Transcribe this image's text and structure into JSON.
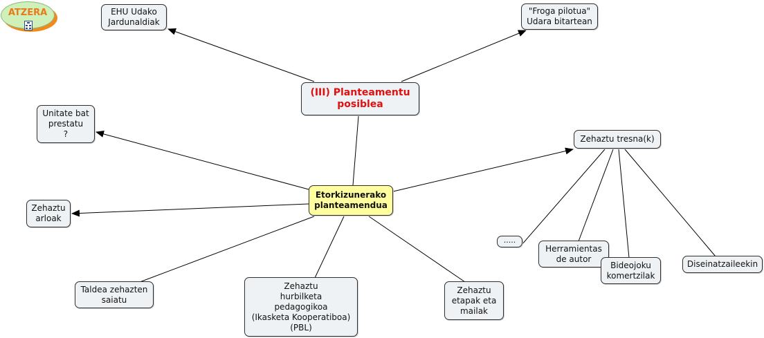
{
  "back_button": {
    "label": "ATZERA",
    "icon": "concept-map-icon"
  },
  "map": {
    "core": {
      "text": "Etorkizunerako\nplanteamendua"
    },
    "hub": {
      "text": "(III) Planteamentu\nposiblea"
    },
    "nodes": {
      "ehu": "EHU Udako\nJardunaldiak",
      "froga": "\"Froga pilotua\"\nUdara bitartean",
      "unitate": "Unitate bat\nprestatu\n?",
      "arloak": "Zehaztu\narloak",
      "taldea": "Taldea zehazten\nsaiatu",
      "hurbilketa": "Zehaztu\nhurbilketa\npedagogikoa\n(Ikasketa Kooperatiboa)\n(PBL)",
      "etapak": "Zehaztu\netapak eta\nmailak",
      "tresna": "Zehaztu tresna(k)",
      "dots": ".....",
      "herramientas": "Herramientas\nde autor",
      "bideojoku": "Bideojoku\nkomertzilak",
      "diseinatzaile": "Diseinatzaileekin"
    }
  }
}
